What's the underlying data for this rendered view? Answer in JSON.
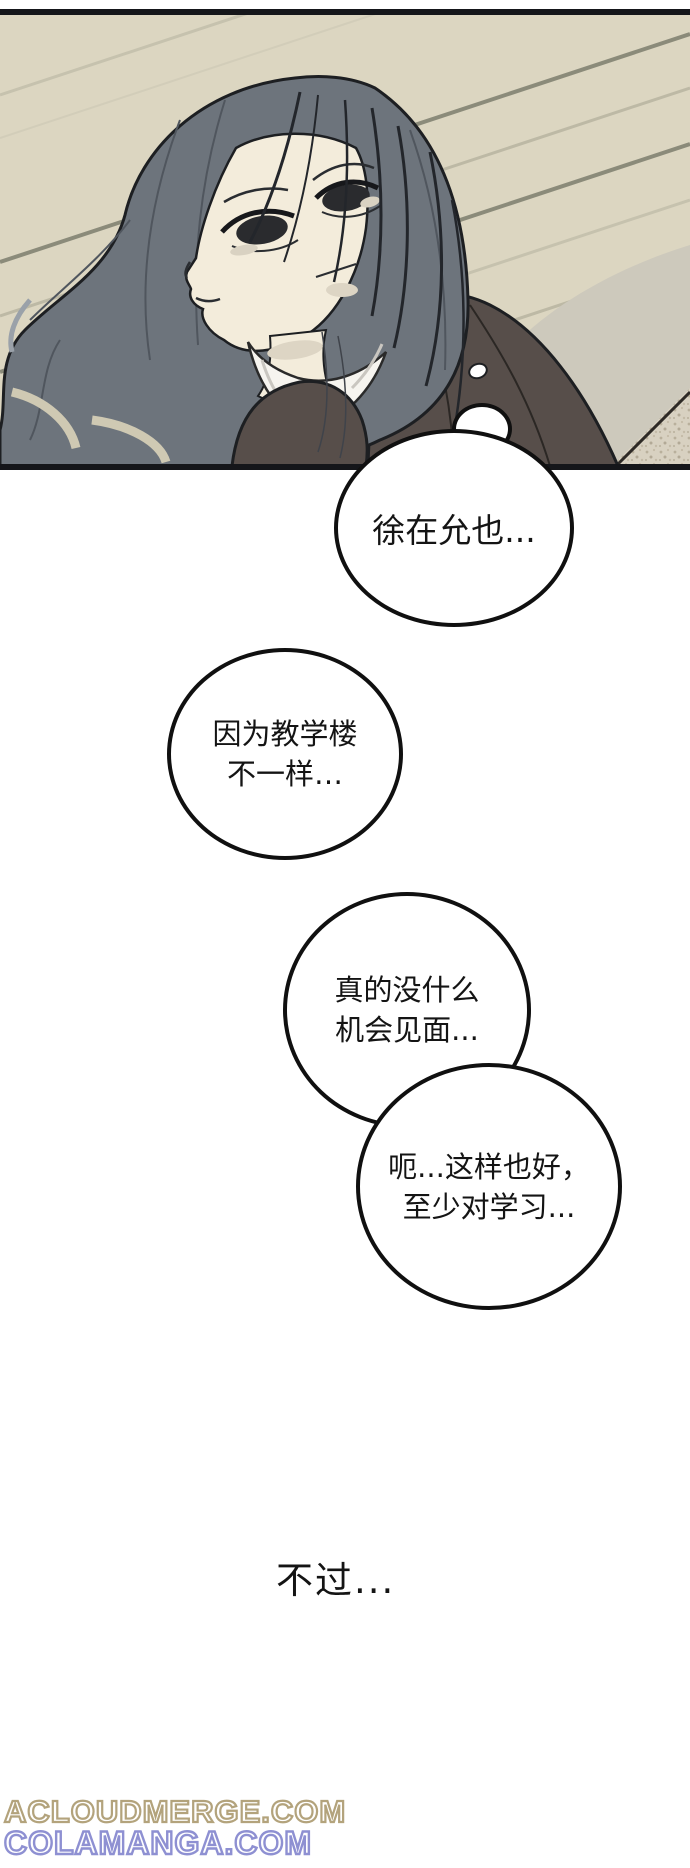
{
  "comic": {
    "bubbles": {
      "b1": {
        "line1": "徐在允也..."
      },
      "b2": {
        "line1": "因为教学楼",
        "line2": "不一样…"
      },
      "b3": {
        "line1": "真的没什么",
        "line2": "机会见面..."
      },
      "b4": {
        "line1": "呃...这样也好，",
        "line2": "至少对学习..."
      }
    },
    "narration": "不过...",
    "watermarks": [
      {
        "text": "ACLOUDMERGE.COM",
        "color": "#b3a37c"
      },
      {
        "text": "COLAMANGA.COM",
        "color": "#8e90d2"
      }
    ],
    "palette": {
      "page_background": "#ffffff",
      "panel_background": "#dcd6c1",
      "stripe_light": "#c6c2ae",
      "stripe_dark": "#8b8b7a",
      "panel_border": "#15161a",
      "outline": "#1d1f22",
      "hair": "#6d747c",
      "hair_detail": "#50565e",
      "hair_highlight_beige": "#cfc9b3",
      "face": "#f3ecdb",
      "shade": "#ddd5c4",
      "shirt": "#f6f4ef",
      "jacket": "#574e4a",
      "wall_lower": "#cdc9bc",
      "floor": "#d8d1c1",
      "floor_speckle": "#b9b09c",
      "bubble_fill": "#ffffff",
      "bubble_border": "#101010",
      "text_color": "#141414"
    }
  }
}
